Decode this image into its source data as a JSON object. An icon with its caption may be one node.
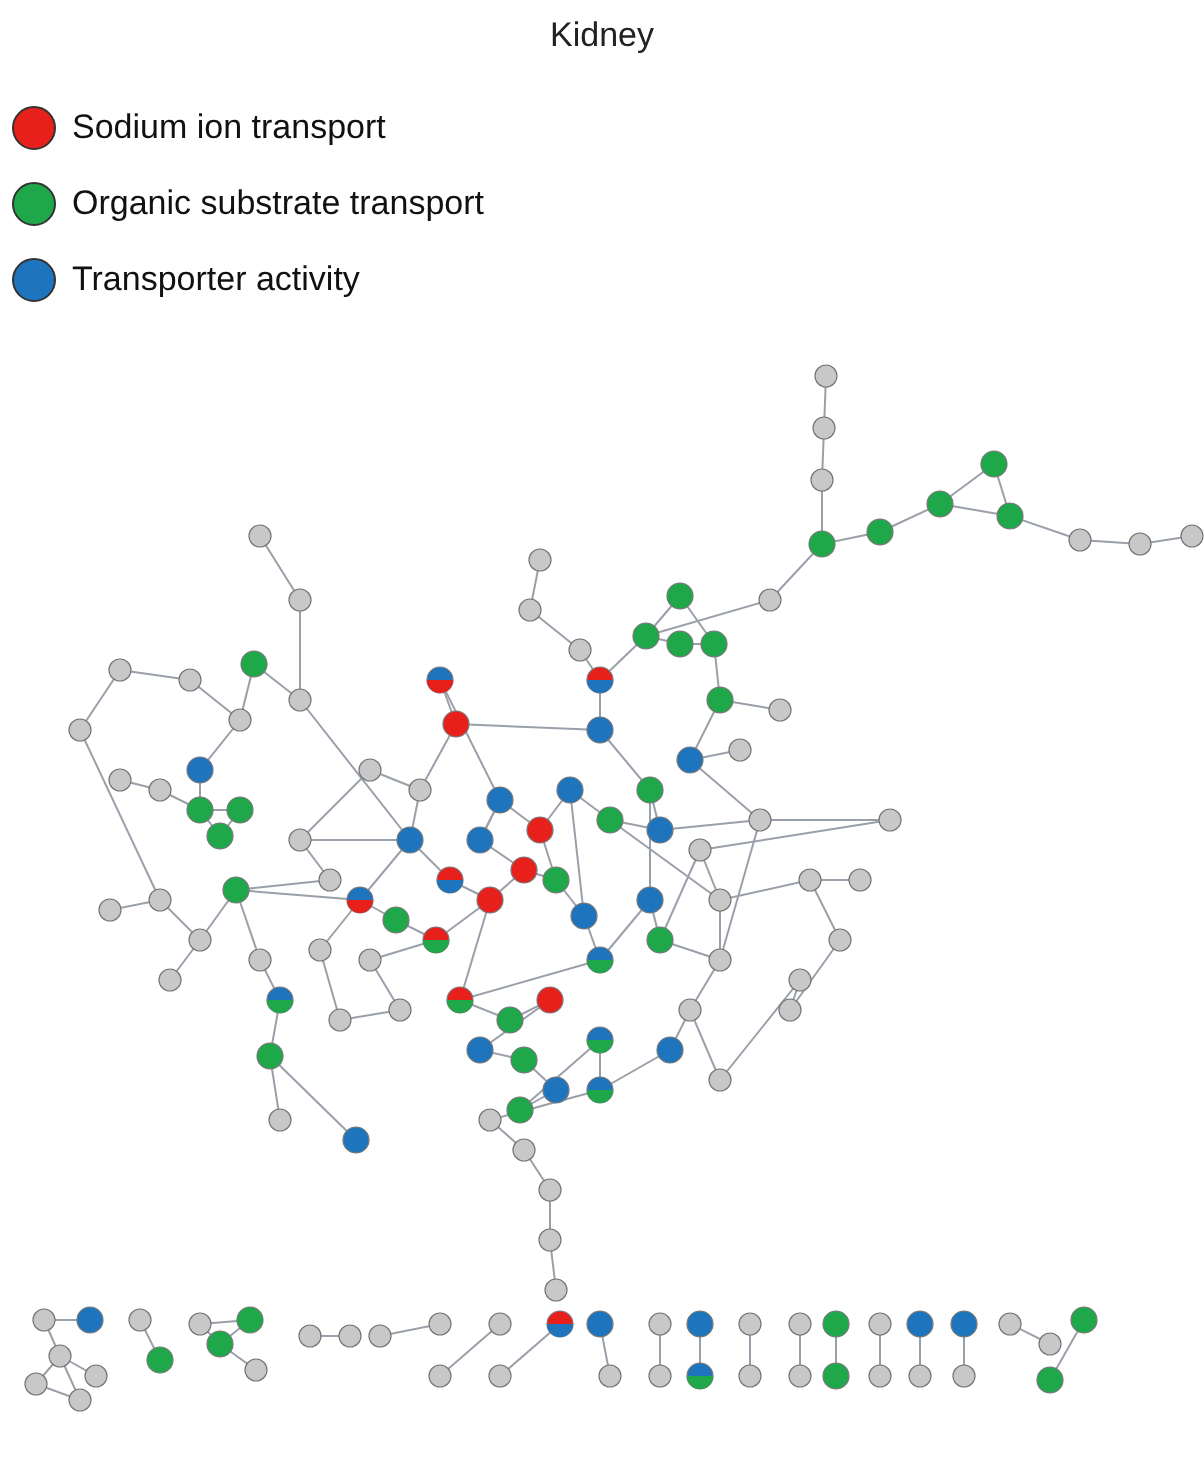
{
  "diagram": {
    "title": "Kidney",
    "legend": [
      {
        "text": "Sodium ion transport",
        "color": "#e8201c"
      },
      {
        "text": "Organic substrate transport",
        "color": "#1fa84a"
      },
      {
        "text": "Transporter activity",
        "color": "#1e75bd"
      }
    ]
  }
}
